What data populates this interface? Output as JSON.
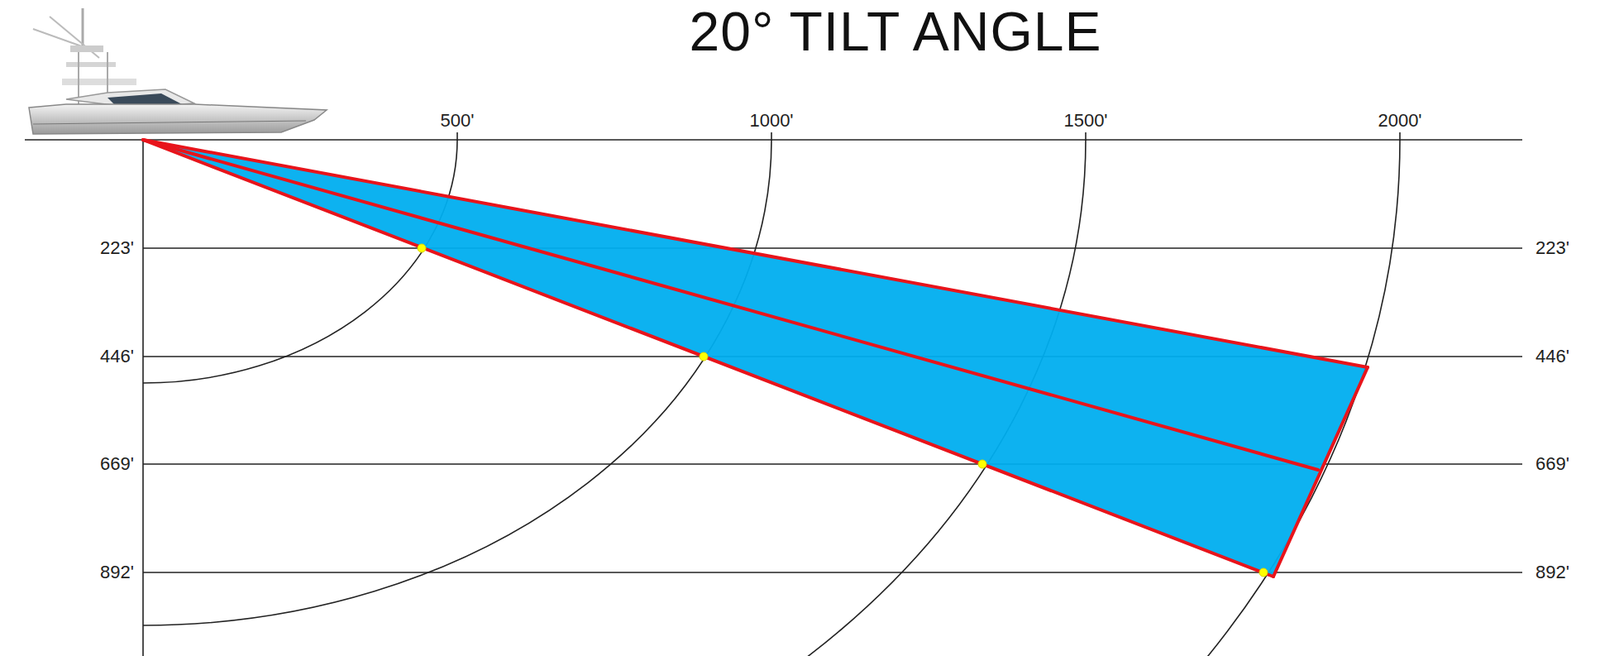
{
  "diagram": {
    "title": "20° TILT ANGLE",
    "labels": [
      "500'",
      "1000'",
      "1500'",
      "2000'",
      "223'",
      "223'",
      "446'",
      "446'",
      "669'",
      "669'",
      "892'",
      "892'"
    ]
  }
}
